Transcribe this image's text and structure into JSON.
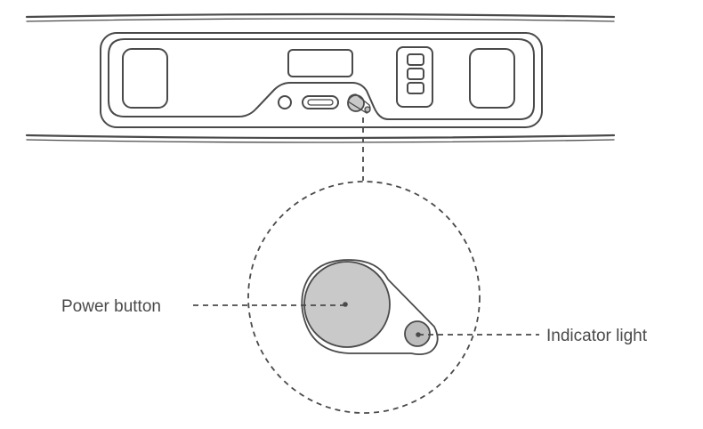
{
  "labels": {
    "power_button": "Power button",
    "indicator_light": "Indicator light"
  },
  "icons": {
    "power_button": "power-button",
    "indicator_light": "indicator-light"
  },
  "colors": {
    "line": "#4a4a4a",
    "button_fill": "#c9c9c9",
    "indicator_fill": "#bdbdbd",
    "label_text": "#4a4a4a"
  }
}
